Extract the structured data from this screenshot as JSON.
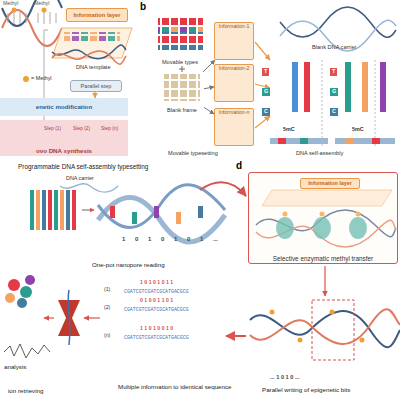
{
  "diagram": {
    "nodes": [
      {
        "text": [
          "Information layer"
        ]
      },
      {
        "text": [
          "Parallel step"
        ]
      },
      {
        "text": [
          "enetic modification"
        ]
      },
      {
        "text": [
          "ovo DNA synthesis"
        ]
      },
      {
        "text": [
          "Movable types"
        ]
      },
      {
        "text": [
          "Blank frame"
        ]
      },
      {
        "text": [
          "Information-1"
        ]
      },
      {
        "text": [
          "Information-2"
        ]
      },
      {
        "text": [
          "Information-n"
        ]
      },
      {
        "text": [
          "Selective enzymatic methyl transfer"
        ]
      },
      {
        "text": [
          "Information layer"
        ],
        "in": 9
      }
    ],
    "edges": [
      {
        "from": 5,
        "to": 6,
        "arrow": "to"
      },
      {
        "from": 5,
        "to": 7,
        "arrow": "to"
      },
      {
        "from": 5,
        "to": 8,
        "arrow": "to"
      }
    ],
    "labels": [
      "Methyl",
      "Methyl",
      "= Methyl",
      "DNA template",
      "Step (1)",
      "Step (2)",
      "Step (n)",
      "b",
      "Movable typesetting",
      "Blank DNA carrier",
      "T",
      "G",
      "C",
      "T",
      "G",
      "C",
      "5mC",
      "5mC",
      "DNA self-assembly",
      "Programmable DNA self-assembly typesetting",
      "DNA carrier",
      "1 0 1 0 1 0 1 ...",
      "d",
      "One-pot nanopore reading",
      "(1)",
      "1 0 1 0 1 0 1 1",
      "CGATCGTCGATCGCATGACGCG",
      "(2)",
      "0 1 0 0 1 1 0 1",
      "CGATCGTCGATCGCATGACGCG",
      "(n)",
      "1 1 0 1 0 0 1 0",
      "CGATCGTCGATCGCATGACGCG",
      "Multiple information to identical sequence",
      "analysis",
      "ion retrieving",
      "... 1 0 1 0 ...",
      "Parallel writing of epigenetic bits"
    ]
  }
}
